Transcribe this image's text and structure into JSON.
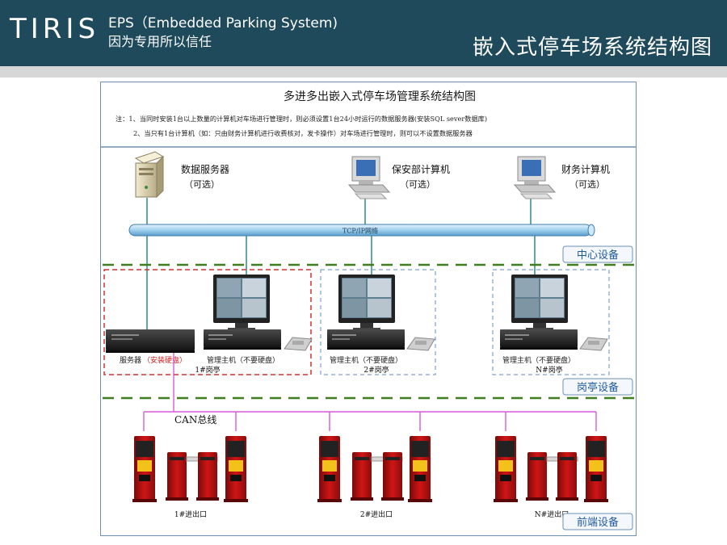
{
  "header": {
    "logo": "TIRIS",
    "subtitle_en": "EPS（Embedded Parking System)",
    "subtitle_cn": "因为专用所以信任",
    "title": "嵌入式停车场系统结构图"
  },
  "diagram": {
    "title": "多进多出嵌入式停车场管理系统结构图",
    "note1": "注：1、当同时安装1台以上数量的计算机对车场进行管理时，则必须设置1台24小时运行的数据服务器(安装SQL sever数据库)",
    "note2": "2、当只有1台计算机（如：只由财务计算机进行收费核对，发卡操作）对车场进行管理时，则可以不设置数据服务器",
    "top_nodes": [
      {
        "label": "数据服务器",
        "sub": "（可选）"
      },
      {
        "label": "保安部计算机",
        "sub": "（可选）"
      },
      {
        "label": "财务计算机",
        "sub": "（可选）"
      }
    ],
    "network_label": "TCP/IP网络",
    "section_center": "中心设备",
    "section_booth": "岗亭设备",
    "section_front": "前端设备",
    "booth1": {
      "server_label": "服务器",
      "server_note": "（安装硬盘）",
      "host_label": "管理主机（不要硬盘）",
      "name": "1#岗亭"
    },
    "booth2": {
      "host_label": "管理主机（不要硬盘）",
      "name": "2#岗亭"
    },
    "booth3": {
      "host_label": "管理主机（不要硬盘）",
      "name": "N#岗亭"
    },
    "can_label": "CAN总线",
    "gates": [
      "1#进出口",
      "2#进出口",
      "N#进出口"
    ]
  }
}
